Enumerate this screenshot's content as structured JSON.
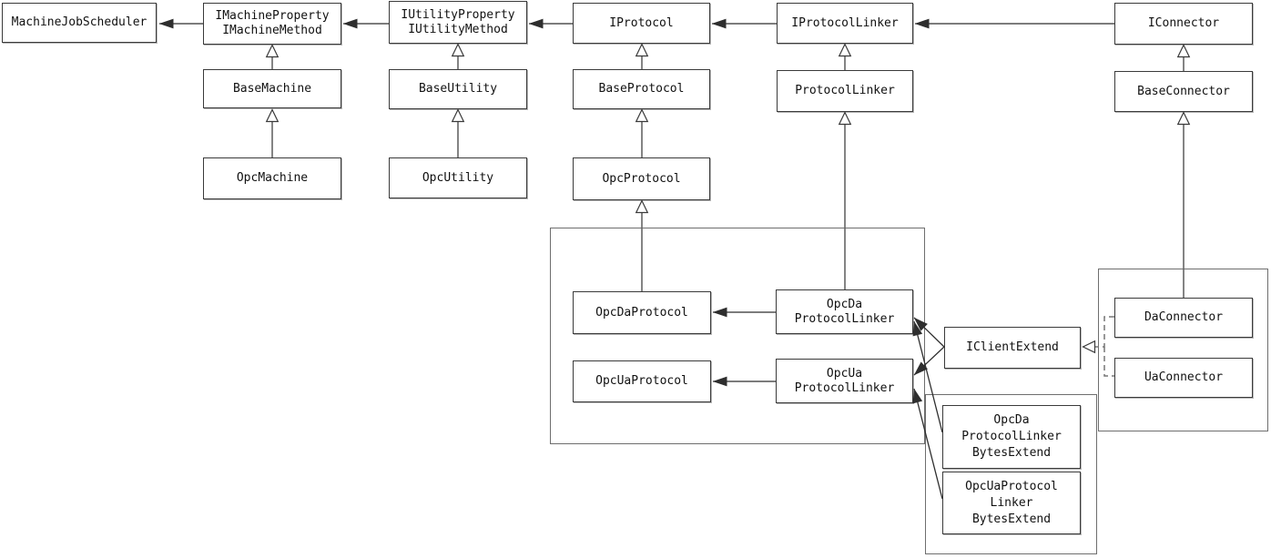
{
  "diagram": {
    "colors": {
      "background": "#ffffff",
      "box_border": "#3a3a3a",
      "container_border": "#6e6e6e",
      "association_line": "#2e2e2e",
      "inheritance_line": "#666666",
      "realization_line": "#777777",
      "text": "#111111"
    },
    "nodes": {
      "machine_job_scheduler": {
        "lines": [
          "MachineJobScheduler"
        ]
      },
      "imachine": {
        "lines": [
          "IMachineProperty",
          "IMachineMethod"
        ]
      },
      "iutility": {
        "lines": [
          "IUtilityProperty",
          "IUtilityMethod"
        ]
      },
      "iprotocol": {
        "lines": [
          "IProtocol"
        ]
      },
      "iprotocol_linker": {
        "lines": [
          "IProtocolLinker"
        ]
      },
      "iconnector": {
        "lines": [
          "IConnector"
        ]
      },
      "base_machine": {
        "lines": [
          "BaseMachine"
        ]
      },
      "base_utility": {
        "lines": [
          "BaseUtility"
        ]
      },
      "base_protocol": {
        "lines": [
          "BaseProtocol"
        ]
      },
      "protocol_linker": {
        "lines": [
          "ProtocolLinker"
        ]
      },
      "base_connector": {
        "lines": [
          "BaseConnector"
        ]
      },
      "opc_machine": {
        "lines": [
          "OpcMachine"
        ]
      },
      "opc_utility": {
        "lines": [
          "OpcUtility"
        ]
      },
      "opc_protocol": {
        "lines": [
          "OpcProtocol"
        ]
      },
      "opc_da_protocol": {
        "lines": [
          "OpcDaProtocol"
        ]
      },
      "opc_ua_protocol": {
        "lines": [
          "OpcUaProtocol"
        ]
      },
      "opc_da_protocol_linker": {
        "lines": [
          "OpcDa",
          "ProtocolLinker"
        ]
      },
      "opc_ua_protocol_linker": {
        "lines": [
          "OpcUa",
          "ProtocolLinker"
        ]
      },
      "iclient_extend": {
        "lines": [
          "IClientExtend"
        ]
      },
      "da_connector": {
        "lines": [
          "DaConnector"
        ]
      },
      "ua_connector": {
        "lines": [
          "UaConnector"
        ]
      },
      "opc_da_protocol_linker_bytes_extend": {
        "lines": [
          "OpcDa",
          "ProtocolLinker",
          "BytesExtend"
        ]
      },
      "opc_ua_protocol_linker_bytes_extend": {
        "lines": [
          "OpcUaProtocol",
          "Linker",
          "BytesExtend"
        ]
      }
    },
    "edges": [
      {
        "from": "imachine",
        "to": "machine_job_scheduler",
        "type": "association"
      },
      {
        "from": "iutility",
        "to": "imachine",
        "type": "association"
      },
      {
        "from": "iprotocol",
        "to": "iutility",
        "type": "association"
      },
      {
        "from": "iprotocol_linker",
        "to": "iprotocol",
        "type": "association"
      },
      {
        "from": "iconnector",
        "to": "iprotocol_linker",
        "type": "association"
      },
      {
        "from": "base_machine",
        "to": "imachine",
        "type": "inheritance"
      },
      {
        "from": "opc_machine",
        "to": "base_machine",
        "type": "inheritance"
      },
      {
        "from": "base_utility",
        "to": "iutility",
        "type": "inheritance"
      },
      {
        "from": "opc_utility",
        "to": "base_utility",
        "type": "inheritance"
      },
      {
        "from": "base_protocol",
        "to": "iprotocol",
        "type": "inheritance"
      },
      {
        "from": "opc_protocol",
        "to": "base_protocol",
        "type": "inheritance"
      },
      {
        "from": "opc_da_protocol",
        "to": "opc_protocol",
        "type": "inheritance"
      },
      {
        "from": "protocol_linker",
        "to": "iprotocol_linker",
        "type": "inheritance"
      },
      {
        "from": "opc_da_protocol_linker",
        "to": "protocol_linker",
        "type": "inheritance"
      },
      {
        "from": "base_connector",
        "to": "iconnector",
        "type": "inheritance"
      },
      {
        "from": "da_connector",
        "to": "base_connector",
        "type": "inheritance"
      },
      {
        "from": "opc_da_protocol_linker",
        "to": "opc_da_protocol",
        "type": "association"
      },
      {
        "from": "opc_ua_protocol_linker",
        "to": "opc_ua_protocol",
        "type": "association"
      },
      {
        "from": "iclient_extend",
        "to": "opc_da_protocol_linker",
        "type": "association"
      },
      {
        "from": "iclient_extend",
        "to": "opc_ua_protocol_linker",
        "type": "association"
      },
      {
        "from": "opc_da_protocol_linker_bytes_extend",
        "to": "opc_da_protocol_linker",
        "type": "association"
      },
      {
        "from": "opc_ua_protocol_linker_bytes_extend",
        "to": "opc_ua_protocol_linker",
        "type": "association"
      },
      {
        "from": "da_connector",
        "to": "iclient_extend",
        "type": "realization"
      },
      {
        "from": "ua_connector",
        "to": "iclient_extend",
        "type": "realization"
      }
    ]
  }
}
